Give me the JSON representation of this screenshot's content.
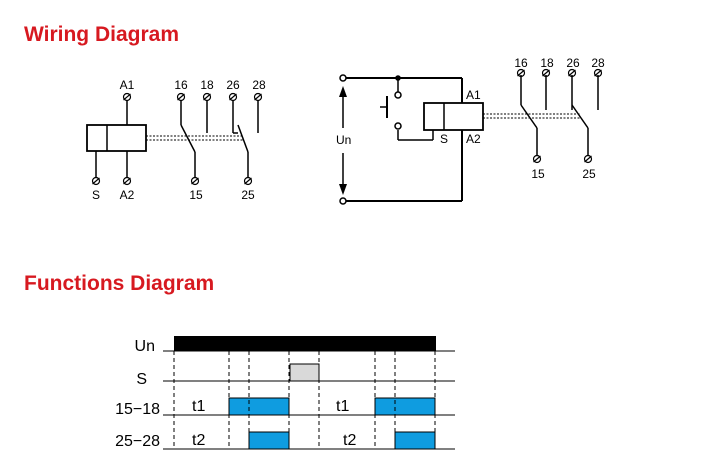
{
  "headings": {
    "wiring": "Wiring Diagram",
    "functions": "Functions Diagram"
  },
  "relay_left": {
    "coil_top_label": "A1",
    "coil_bottom_labels": [
      "S",
      "A2"
    ],
    "contact_top_labels": [
      "16",
      "18",
      "26",
      "28"
    ],
    "contact_bottom_labels": [
      "15",
      "25"
    ]
  },
  "relay_right": {
    "supply_label": "Un",
    "coil_labels": [
      "A1",
      "A2",
      "S"
    ],
    "contact_top_labels": [
      "16",
      "18",
      "26",
      "28"
    ],
    "contact_bottom_labels": [
      "15",
      "25"
    ]
  },
  "timing": {
    "row_labels": [
      "Un",
      "S",
      "15−18",
      "25−28"
    ],
    "period_labels": [
      "t1",
      "t1",
      "t2",
      "t2"
    ],
    "colors": {
      "pulse": "#0f9ce0",
      "supply": "#000000",
      "trigger": "#d9d9d9"
    }
  }
}
